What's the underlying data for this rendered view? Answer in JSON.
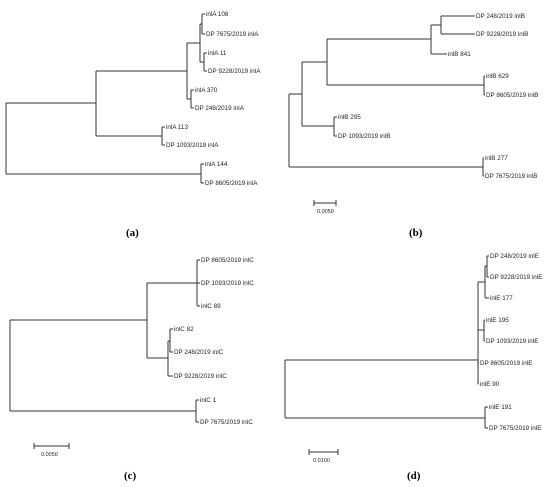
{
  "figure": {
    "panels": [
      {
        "id": "a",
        "label": "(a)",
        "leaves": [
          "inlA 108",
          "DP 7675/2019 inlA",
          "inlA 11",
          "DP 9228/2019 inlA",
          "inlA 370",
          "DP 248/2019 inlA",
          "inlA 113",
          "DP 1093/2019 inlA",
          "inlA 144",
          "DP 8605/2019 inlA"
        ],
        "scale_bar": ""
      },
      {
        "id": "b",
        "label": "(b)",
        "leaves": [
          "DP 248/2019 inlB",
          "DP 9228/2019 inlB",
          "inlB 841",
          "inlB 629",
          "DP 8605/2019 inlB",
          "inlB 295",
          "DP 1093/2019 inlB",
          "inlB 277",
          "DP 7675/2019 inlB"
        ],
        "scale_bar": "0.0050"
      },
      {
        "id": "c",
        "label": "(c)",
        "leaves": [
          "DP 8605/2019 inlC",
          "DP 1093/2019 inlC",
          "inlC 89",
          "inlC 82",
          "DP 248/2019 inlC",
          "DP 9228/2019 inlC",
          "inlC 1",
          "DP 7675/2019 inlC"
        ],
        "scale_bar": "0.0050"
      },
      {
        "id": "d",
        "label": "(d)",
        "leaves": [
          "DP 248/2019 inlE",
          "DP 9228/2019 inlE",
          "inlE 177",
          "inlE 195",
          "DP 1093/2019 inlE",
          "DP 8605/2019 inlE",
          "inlE 90",
          "inlE 191",
          "DP 7675/2019 inlE"
        ],
        "scale_bar": "0.0100"
      }
    ]
  }
}
